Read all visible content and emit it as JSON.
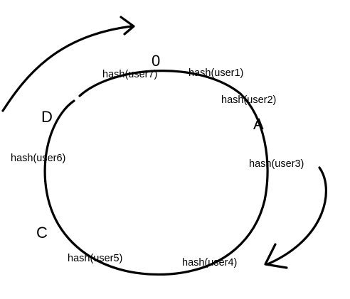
{
  "ring": {
    "origin_label": "0",
    "nodes": {
      "a": "A",
      "c": "C",
      "d": "D"
    },
    "keys": {
      "user7": "hash(user7)",
      "user1": "hash(user1)",
      "user2": "hash(user2)",
      "user3": "hash(user3)",
      "user4": "hash(user4)",
      "user5": "hash(user5)",
      "user6": "hash(user6)"
    }
  },
  "colors": {
    "stroke": "#000000",
    "background": "#ffffff"
  }
}
